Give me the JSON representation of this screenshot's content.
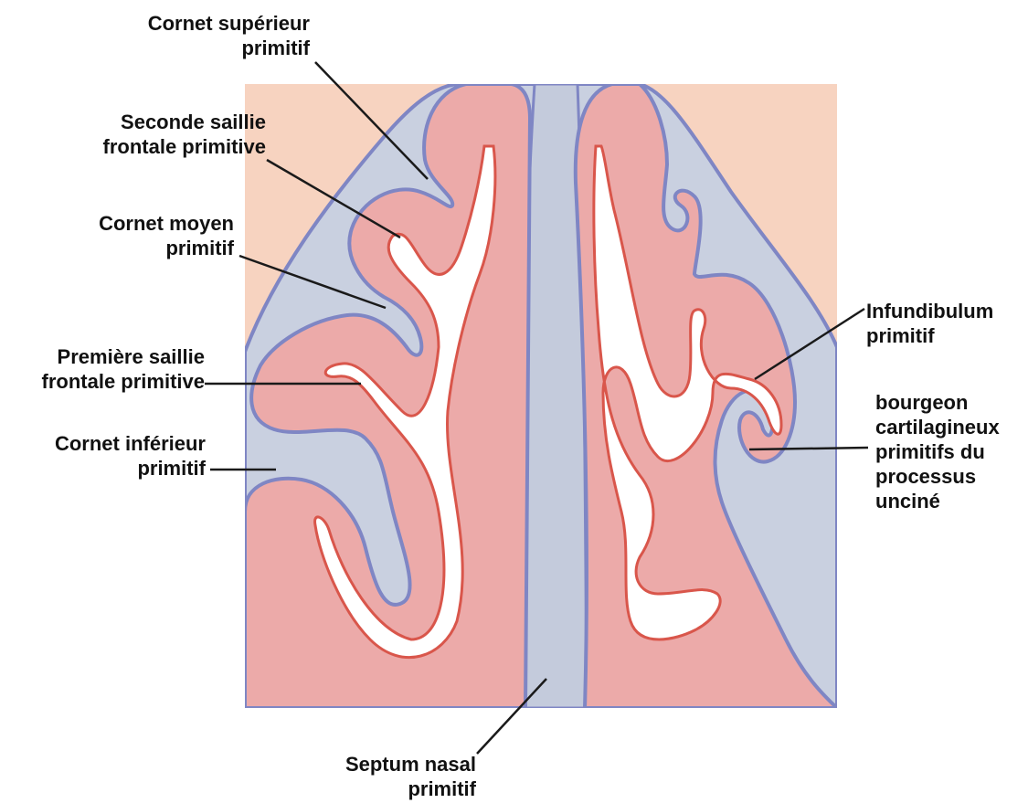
{
  "labels": {
    "cornet_superieur": {
      "line1": "Cornet supérieur",
      "line2": "primitif"
    },
    "seconde_saillie": {
      "line1": "Seconde saillie",
      "line2": "frontale primitive"
    },
    "cornet_moyen": {
      "line1": "Cornet moyen",
      "line2": "primitif"
    },
    "premiere_saillie": {
      "line1": "Première saillie",
      "line2": "frontale primitive"
    },
    "cornet_inferieur": {
      "line1": "Cornet inférieur",
      "line2": "primitif"
    },
    "septum_nasal": {
      "line1": "Septum nasal",
      "line2": "primitif"
    },
    "infundibulum": {
      "line1": "Infundibulum",
      "line2": "primitif"
    },
    "bourgeon": {
      "line1": "bourgeon",
      "line2": "cartilagineux",
      "line3": "primitifs du",
      "line4": "processus",
      "line5": "unciné"
    }
  },
  "colors": {
    "background_skin": "#f7d3c0",
    "mucosa_blue": "#c9d0e0",
    "mucosa_edge": "#7f86c4",
    "tissue_pink": "#ecaaa9",
    "tissue_edge": "#d9564b",
    "cartilage_white": "#ffffff",
    "leader_line": "#1a1a1a"
  }
}
